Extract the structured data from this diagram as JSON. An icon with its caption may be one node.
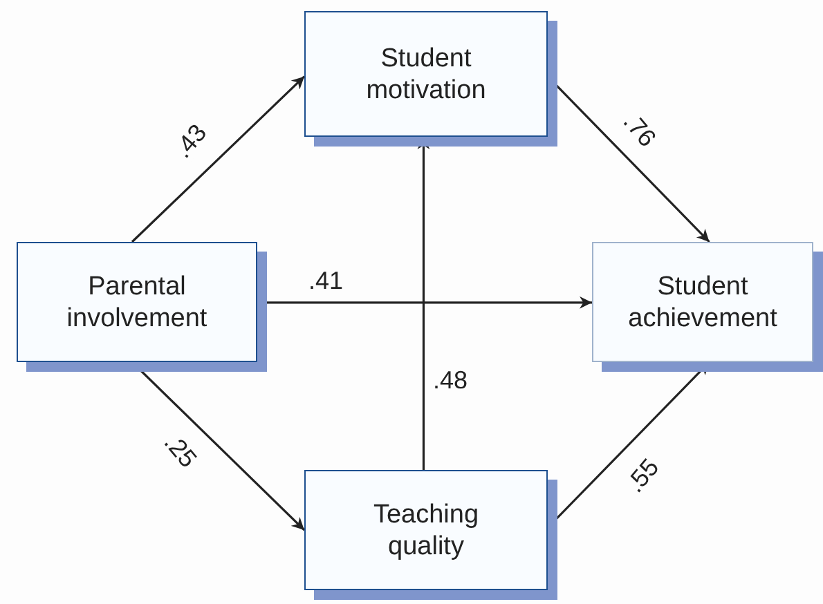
{
  "diagram": {
    "nodes": [
      {
        "text": [
          "Parental involvement"
        ]
      },
      {
        "text": [
          "Student motivation"
        ]
      },
      {
        "text": [
          "Student achievement"
        ]
      },
      {
        "text": [
          "Teaching quality"
        ]
      }
    ],
    "edges": [
      {
        "from": 0,
        "to": 1,
        "arrow": "to",
        "label": ".43"
      },
      {
        "from": 1,
        "to": 2,
        "arrow": "to",
        "label": ".76"
      },
      {
        "from": 0,
        "to": 2,
        "arrow": "to",
        "label": ".41"
      },
      {
        "from": 3,
        "to": 1,
        "arrow": "to",
        "label": ".48"
      },
      {
        "from": 0,
        "to": 3,
        "arrow": "to",
        "label": ".25"
      },
      {
        "from": 3,
        "to": 2,
        "arrow": "to",
        "label": ".55"
      }
    ]
  }
}
